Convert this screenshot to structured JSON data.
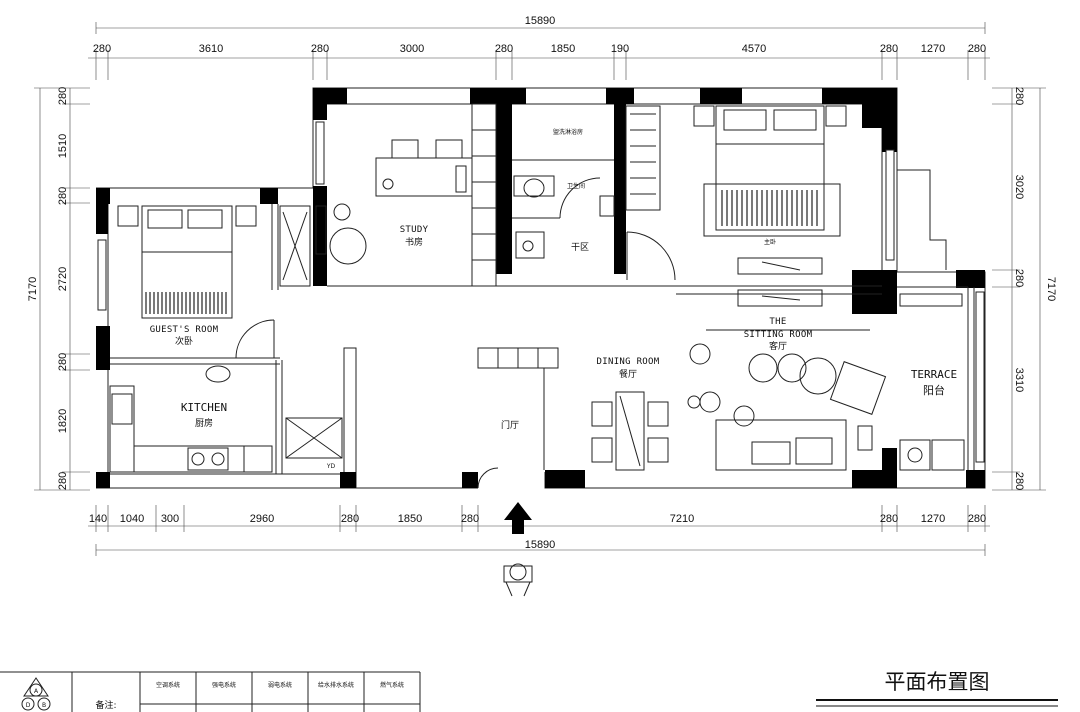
{
  "drawing_title": "平面布置图",
  "overall_dims": {
    "top": "15890",
    "bottom": "15890"
  },
  "top_dims": [
    "280",
    "3610",
    "280",
    "3000",
    "280",
    "1850",
    "190",
    "4570",
    "280",
    "1270",
    "280"
  ],
  "bottom_dims": [
    "140",
    "1040",
    "300",
    "2960",
    "280",
    "1850",
    "280",
    "7210",
    "280",
    "1270",
    "280"
  ],
  "left_dims": [
    "280",
    "1510",
    "280",
    "2720",
    "280",
    "1820",
    "280"
  ],
  "left_total": "7170",
  "right_dims": [
    "280",
    "3020",
    "280",
    "3310",
    "280"
  ],
  "right_total": "7170",
  "rooms": {
    "study_en": "STUDY",
    "study_cn": "书房",
    "laundry_cn": "盥洗淋浴房",
    "toilet_cn": "卫生间",
    "wash_cn": "干区",
    "guest_en": "GUEST'S ROOM",
    "guest_cn": "次卧",
    "kitchen_en": "KITCHEN",
    "kitchen_cn": "厨房",
    "hall_cn": "门厅",
    "dining_en": "DINING ROOM",
    "dining_cn": "餐厅",
    "sitting_en1": "THE",
    "sitting_en2": "SITTING ROOM",
    "sitting_cn": "客厅",
    "master_cn": "主卧",
    "terrace_en": "TERRACE",
    "terrace_cn": "阳台",
    "yd": "YD"
  },
  "title_block": {
    "notes_label": "备注:",
    "columns": [
      "空调系统",
      "强电系统",
      "弱电系统",
      "给水排水系统",
      "燃气系统"
    ],
    "logo_letters": [
      "A",
      "D",
      "B"
    ]
  }
}
